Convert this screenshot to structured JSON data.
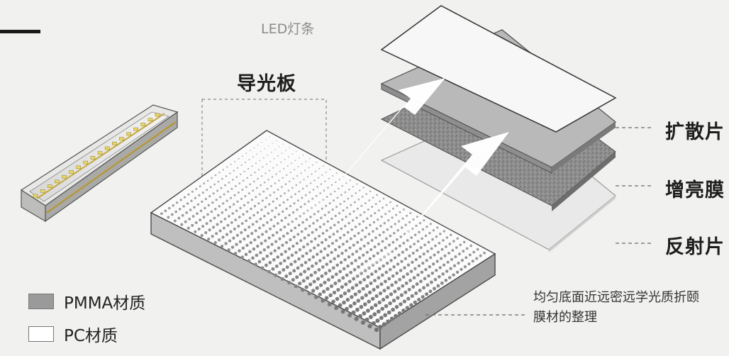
{
  "header": {
    "partial_title": "",
    "led_label": "LED灯条"
  },
  "labels": {
    "light_guide": "导光板",
    "diffuser": "扩散片",
    "brightness_film": "增亮膜",
    "reflector": "反射片"
  },
  "legend": [
    {
      "label": "PMMA材质",
      "color": "#9a9a9a"
    },
    {
      "label": "PC材质",
      "color": "#ffffff"
    }
  ],
  "note": {
    "line1": "均匀底面近远密远学光质折颐",
    "line2": "膜材的整理"
  },
  "colors": {
    "background": "#f1f1ef",
    "arrow": "#ffffff",
    "line": "#6a6a6a"
  }
}
